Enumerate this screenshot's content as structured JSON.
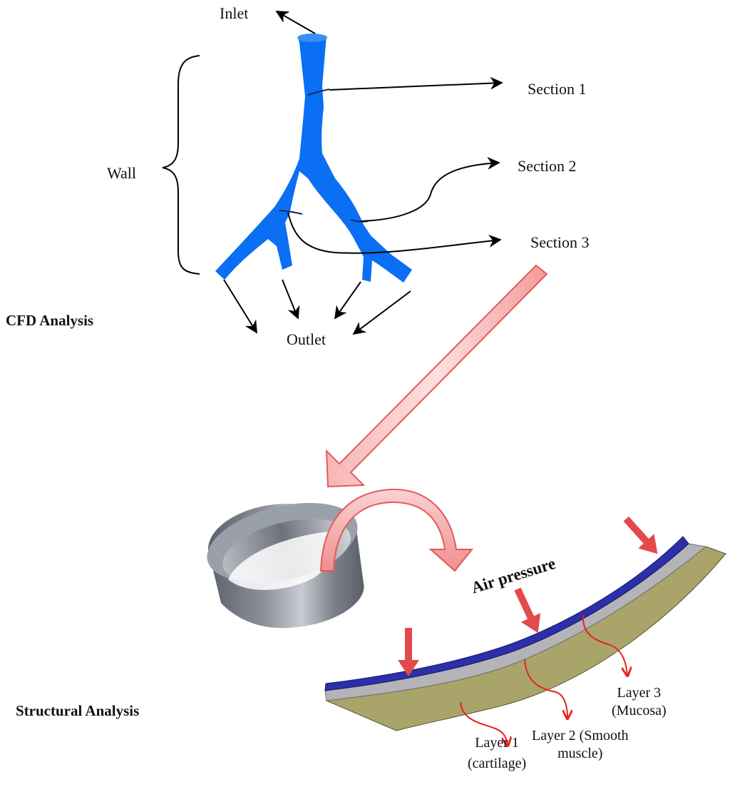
{
  "labels": {
    "inlet": "Inlet",
    "wall": "Wall",
    "section1": "Section 1",
    "section2": "Section 2",
    "section3": "Section 3",
    "outlet": "Outlet",
    "cfd": "CFD Analysis",
    "structural": "Structural Analysis",
    "air_pressure": "Air pressure",
    "layer1_line1": "Layer 1",
    "layer1_line2": "(cartilage)",
    "layer2_line1": "Layer 2 (Smooth",
    "layer2_line2": "muscle)",
    "layer3_line1": "Layer 3",
    "layer3_line2": "(Mucosa)"
  },
  "colors": {
    "airway": "#0a6ff2",
    "mucosa": "#2b2fa8",
    "smooth_muscle": "#b4b4b8",
    "cartilage": "#a9a46a",
    "pressure_arrow": "#e34a4a",
    "callout": "#e6221f",
    "flow_arrow_fill": "#f6a7a7",
    "ring": "#7d818b"
  }
}
